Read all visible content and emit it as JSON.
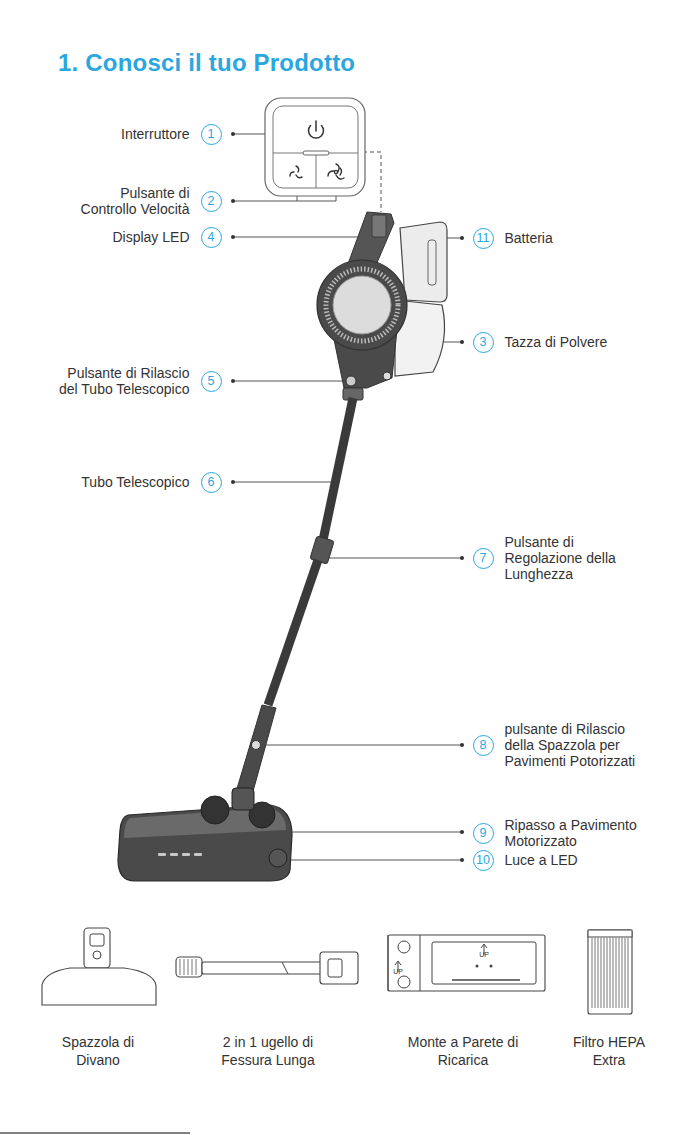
{
  "diagram": {
    "title": "1. Conosci il tuo Prodotto",
    "nodes": [
      {
        "text": [
          "1",
          "Interruttore"
        ]
      },
      {
        "text": [
          "2",
          "Pulsante di Controllo Velocità"
        ]
      },
      {
        "text": [
          "4",
          "Display LED"
        ]
      },
      {
        "text": [
          "11",
          "Batteria"
        ]
      },
      {
        "text": [
          "3",
          "Tazza di Polvere"
        ]
      },
      {
        "text": [
          "5",
          "Pulsante di Rilascio del Tubo Telescopico"
        ]
      },
      {
        "text": [
          "6",
          "Tubo Telescopico"
        ]
      },
      {
        "text": [
          "7",
          "Pulsante di Regolazione della Lunghezza"
        ]
      },
      {
        "text": [
          "8",
          "pulsante di Rilascio della Spazzola per Pavimenti Potorizzati"
        ]
      },
      {
        "text": [
          "9",
          "Ripasso a Pavimento Motorizzato"
        ]
      },
      {
        "text": [
          "10",
          "Luce a LED"
        ]
      }
    ],
    "labels": [
      "UP",
      "UP",
      "Spazzola di Divano",
      "2 in 1 ugello di Fessura Lunga",
      "Monte a Parete di Ricarica",
      "Filtro HEPA Extra"
    ]
  }
}
